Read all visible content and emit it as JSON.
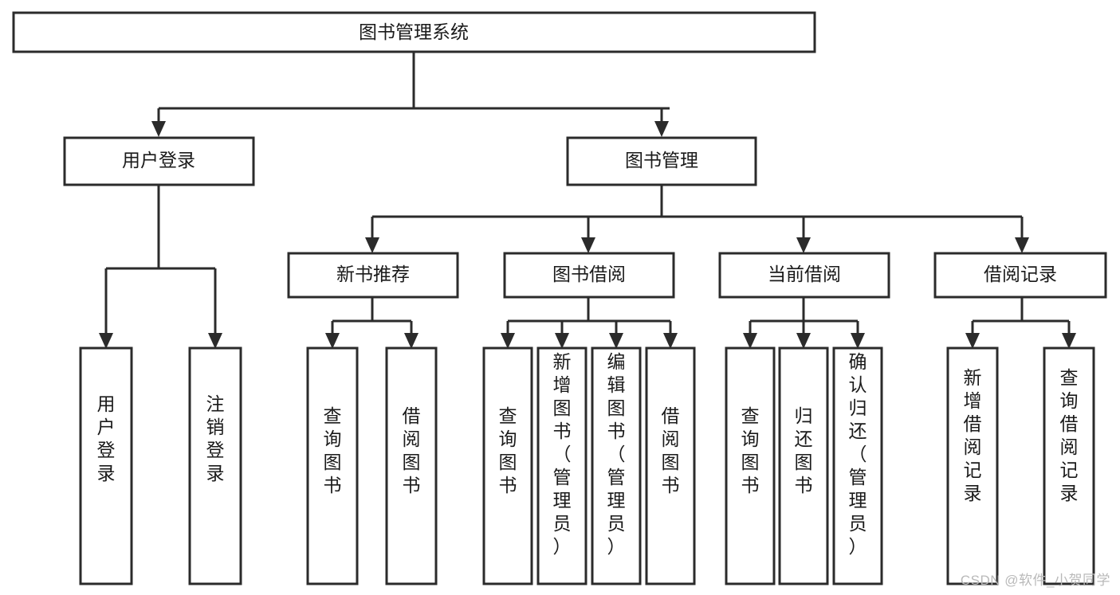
{
  "diagram": {
    "type": "hierarchy-tree",
    "title": "图书管理系统",
    "watermark": "CSDN @软件_小贺同学",
    "colors": {
      "box_fill": "#ffffff",
      "box_stroke": "#2b2b2b",
      "text": "#1a1a1a",
      "watermark": "#b9b9b9",
      "background": "#ffffff"
    },
    "levels": {
      "root": "图书管理系统",
      "level2": [
        "用户登录",
        "图书管理"
      ],
      "level3": [
        "新书推荐",
        "图书借阅",
        "当前借阅",
        "借阅记录"
      ]
    },
    "nodes": {
      "root": {
        "label": "图书管理系统",
        "orientation": "horizontal"
      },
      "user_login": {
        "label": "用户登录",
        "orientation": "horizontal"
      },
      "book_manage": {
        "label": "图书管理",
        "orientation": "horizontal"
      },
      "new_book_rec": {
        "label": "新书推荐",
        "orientation": "horizontal"
      },
      "book_borrow": {
        "label": "图书借阅",
        "orientation": "horizontal"
      },
      "current_borrow": {
        "label": "当前借阅",
        "orientation": "horizontal"
      },
      "borrow_record": {
        "label": "借阅记录",
        "orientation": "horizontal"
      },
      "leaf_user_login": {
        "label": "用户登录",
        "orientation": "vertical"
      },
      "leaf_logout": {
        "label": "注销登录",
        "orientation": "vertical"
      },
      "leaf_query_book_1": {
        "label": "查询图书",
        "orientation": "vertical"
      },
      "leaf_borrow_book_1": {
        "label": "借阅图书",
        "orientation": "vertical"
      },
      "leaf_query_book_2": {
        "label": "查询图书",
        "orientation": "vertical"
      },
      "leaf_add_book": {
        "label": "新增图书（管理员）",
        "orientation": "vertical"
      },
      "leaf_edit_book": {
        "label": "编辑图书（管理员）",
        "orientation": "vertical"
      },
      "leaf_borrow_book_2": {
        "label": "借阅图书",
        "orientation": "vertical"
      },
      "leaf_query_book_3": {
        "label": "查询图书",
        "orientation": "vertical"
      },
      "leaf_return_book": {
        "label": "归还图书",
        "orientation": "vertical"
      },
      "leaf_confirm_return": {
        "label": "确认归还（管理员）",
        "orientation": "vertical"
      },
      "leaf_add_record": {
        "label": "新增借阅记录",
        "orientation": "vertical"
      },
      "leaf_query_record": {
        "label": "查询借阅记录",
        "orientation": "vertical"
      }
    },
    "groups": {
      "user_login_children": [
        "用户登录",
        "注销登录"
      ],
      "new_book_rec_children": [
        "查询图书",
        "借阅图书"
      ],
      "book_borrow_children": [
        "查询图书",
        "新增图书（管理员）",
        "编辑图书（管理员）",
        "借阅图书"
      ],
      "current_borrow_children": [
        "查询图书",
        "归还图书",
        "确认归还（管理员）"
      ],
      "borrow_record_children": [
        "新增借阅记录",
        "查询借阅记录"
      ]
    }
  }
}
